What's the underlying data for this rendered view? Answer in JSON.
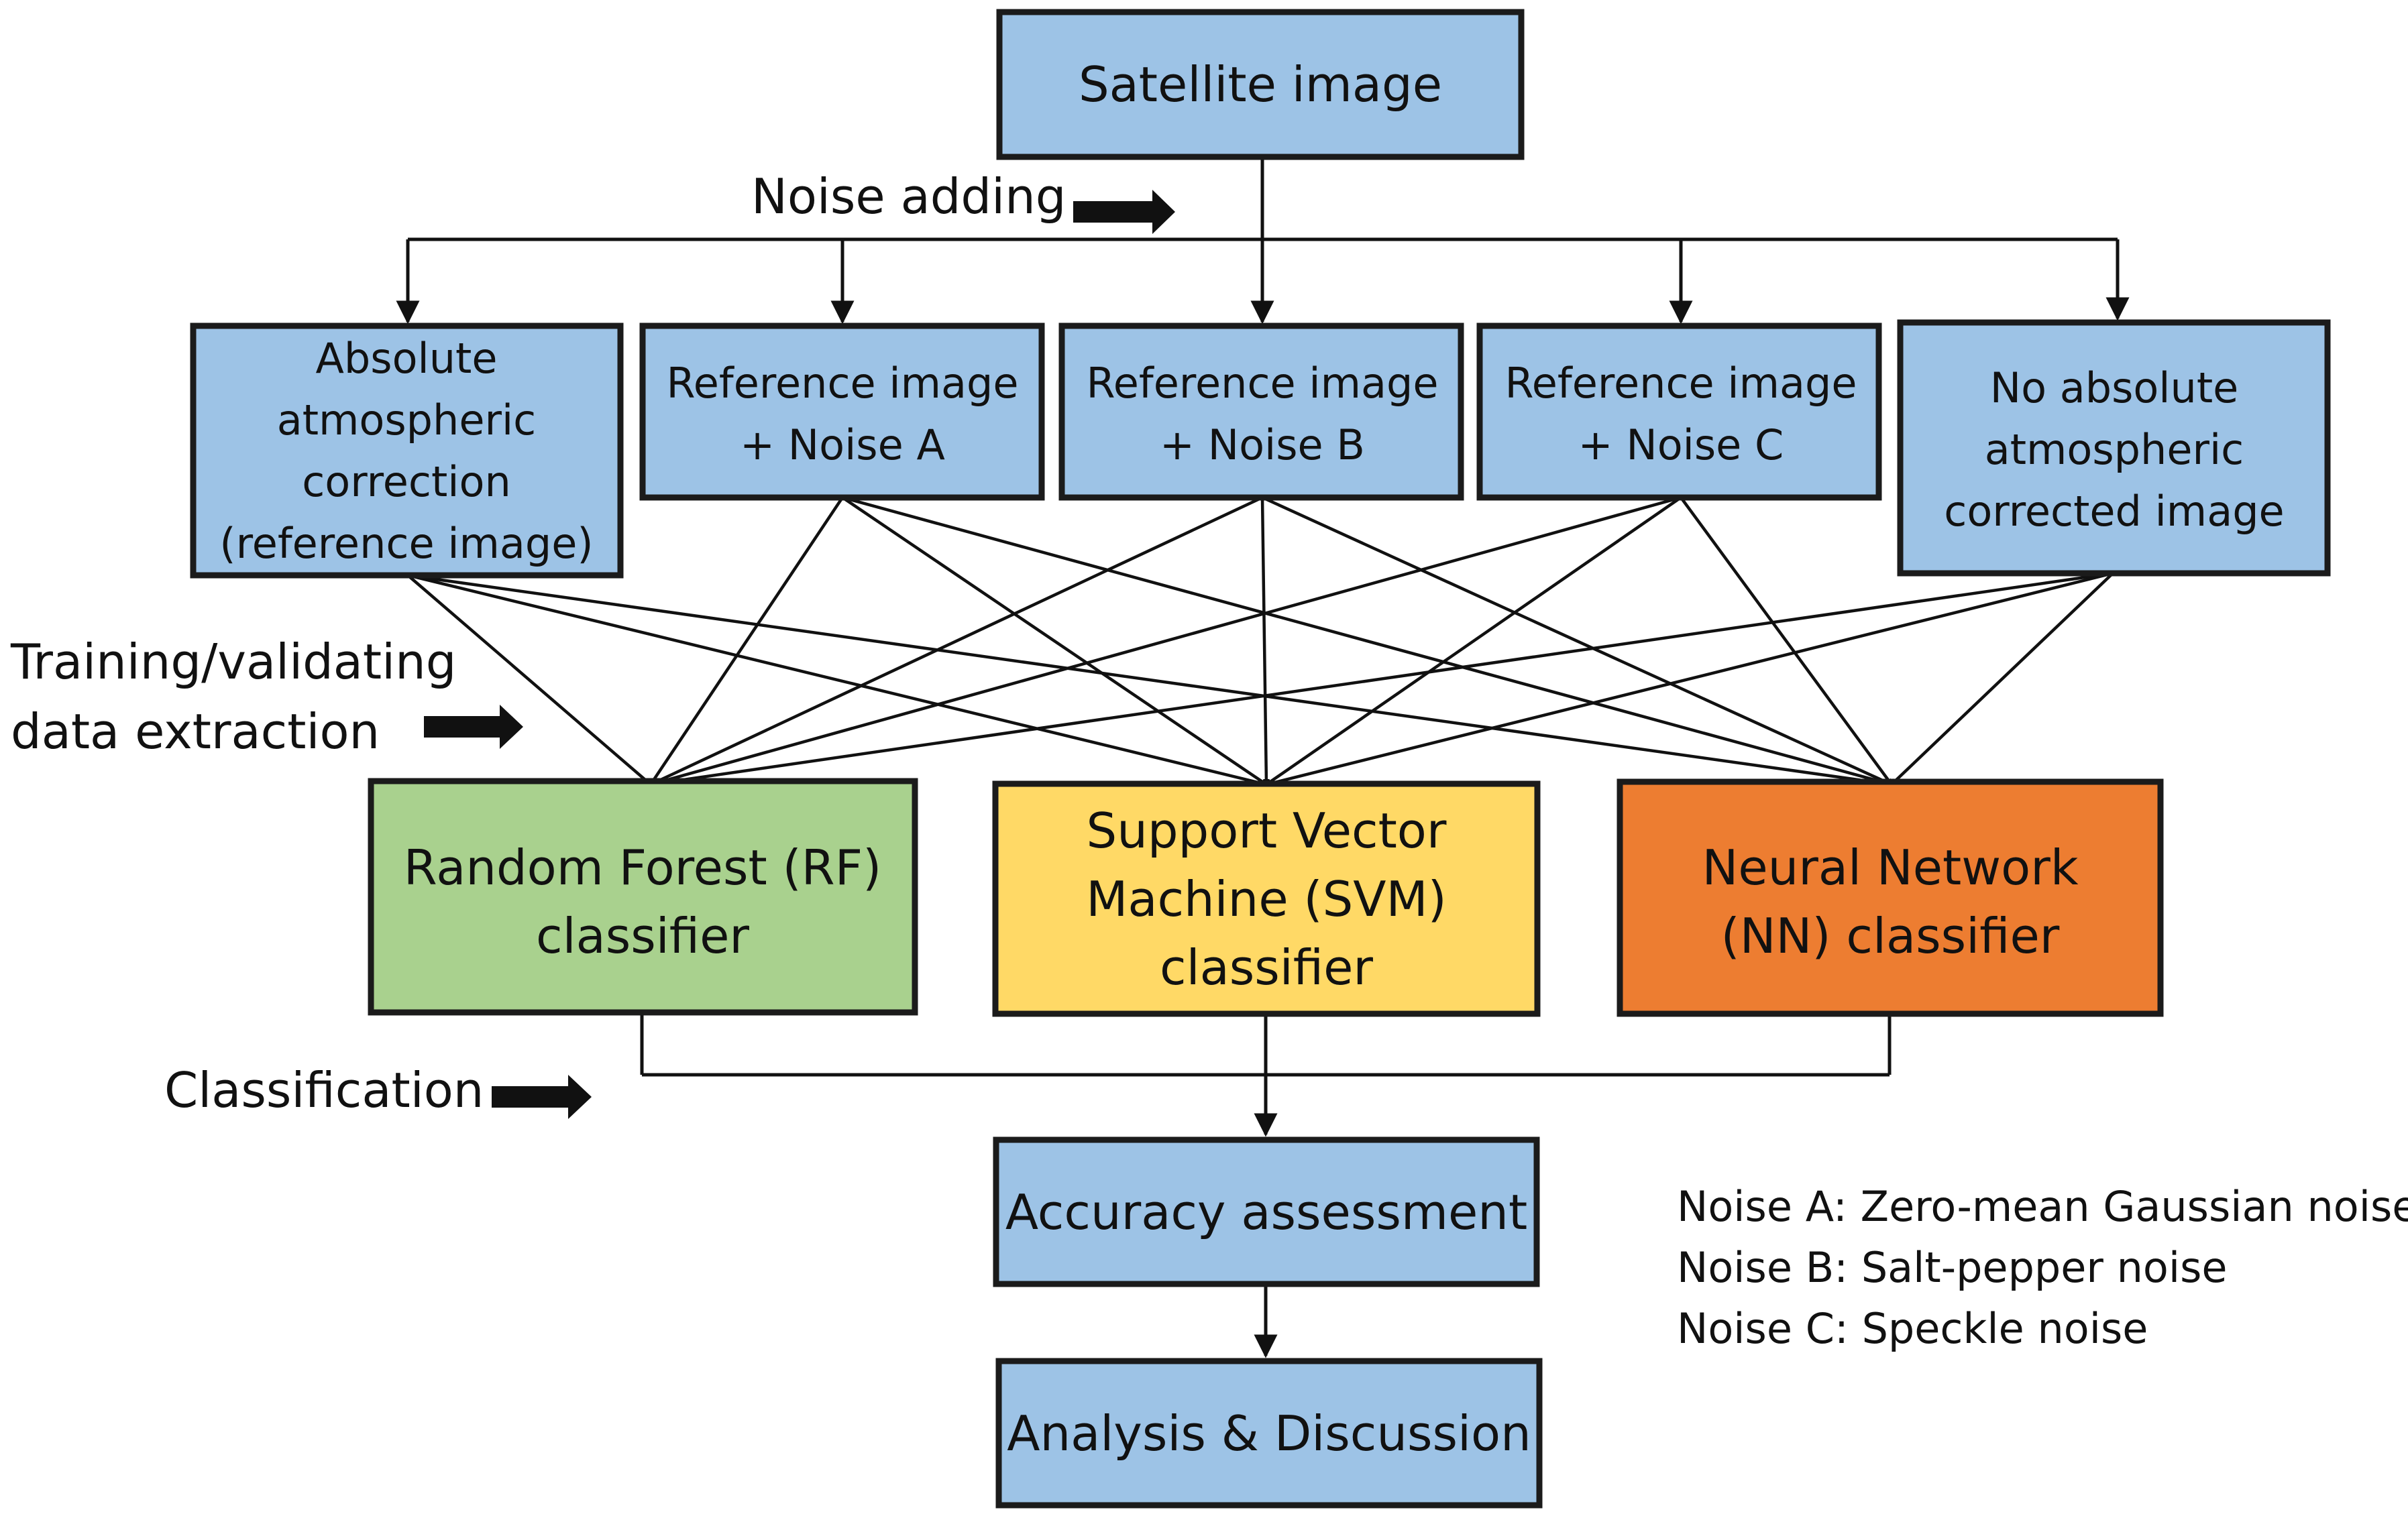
{
  "colors": {
    "blue_box": "#9dc3e6",
    "green_box": "#a9d18e",
    "yellow_box": "#ffd966",
    "orange_box": "#ed7d31",
    "line": "#111111"
  },
  "nodes": {
    "satellite": {
      "lines": [
        "Satellite image"
      ]
    },
    "absolute": {
      "lines": [
        "Absolute",
        "atmospheric",
        "correction",
        "(reference image)"
      ]
    },
    "noise_a": {
      "lines": [
        "Reference  image",
        "+ Noise A"
      ]
    },
    "noise_b": {
      "lines": [
        "Reference  image",
        "+ Noise B"
      ]
    },
    "noise_c": {
      "lines": [
        "Reference  image",
        "+ Noise C"
      ]
    },
    "no_absolute": {
      "lines": [
        "No absolute",
        "atmospheric",
        "corrected image"
      ]
    },
    "rf": {
      "lines": [
        "Random Forest (RF)",
        "classifier"
      ]
    },
    "svm": {
      "lines": [
        "Support Vector",
        "Machine (SVM)",
        "classifier"
      ]
    },
    "nn": {
      "lines": [
        "Neural Network",
        "(NN) classifier"
      ]
    },
    "accuracy": {
      "lines": [
        "Accuracy assessment"
      ]
    },
    "analysis": {
      "lines": [
        "Analysis & Discussion"
      ]
    }
  },
  "stage_labels": {
    "noise_adding": [
      "Noise adding"
    ],
    "training": [
      "Training/validating",
      "data extraction"
    ],
    "classification": [
      "Classification"
    ]
  },
  "legend": [
    "Noise A: Zero-mean  Gaussian noise",
    "Noise B: Salt-pepper noise",
    "Noise C: Speckle noise"
  ],
  "icons": {
    "stage_arrow": "right-arrow-icon"
  }
}
